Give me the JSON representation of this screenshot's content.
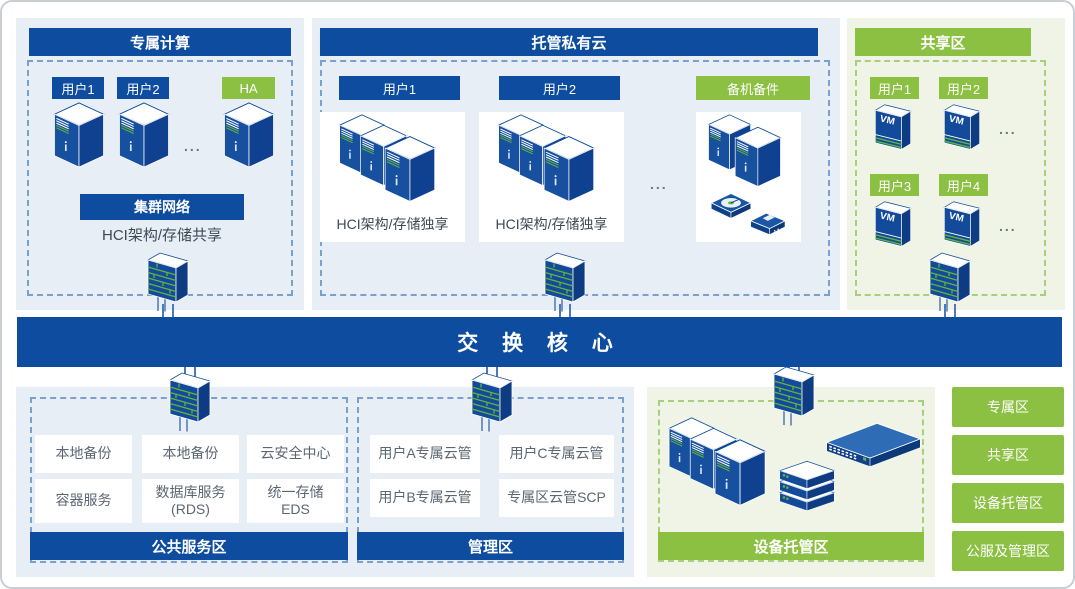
{
  "colors": {
    "primary_blue": "#0d4c9e",
    "accent_green": "#8cc043",
    "panel_blue": "#e8eef6",
    "panel_green": "#f0f4e6"
  },
  "dedicated": {
    "title": "专属计算",
    "user1": "用户1",
    "user2": "用户2",
    "ha": "HA",
    "ellipsis": "...",
    "network_bar": "集群网络",
    "caption": "HCI架构/存储共享"
  },
  "private_cloud": {
    "title": "托管私有云",
    "user1": "用户1",
    "user2": "用户2",
    "caption1": "HCI架构/存储独享",
    "caption2": "HCI架构/存储独享",
    "ellipsis": "...",
    "spare": "备机备件"
  },
  "shared": {
    "title": "共享区",
    "user1": "用户1",
    "user2": "用户2",
    "user3": "用户3",
    "user4": "用户4",
    "vm": "VM",
    "ellipsis1": "...",
    "ellipsis2": "..."
  },
  "core": {
    "title": "交 换 核 心"
  },
  "public_service": {
    "title": "公共服务区",
    "items": [
      "本地备份",
      "本地备份",
      "云安全中心",
      "容器服务",
      "数据库服务\n(RDS)",
      "统一存储\nEDS"
    ]
  },
  "management": {
    "title": "管理区",
    "items": [
      "用户A专属云管",
      "用户C专属云管",
      "用户B专属云管",
      "专属区云管SCP"
    ]
  },
  "hosting": {
    "title": "设备托管区"
  },
  "legend": {
    "items": [
      "专属区",
      "共享区",
      "设备托管区",
      "公服及管理区"
    ]
  }
}
